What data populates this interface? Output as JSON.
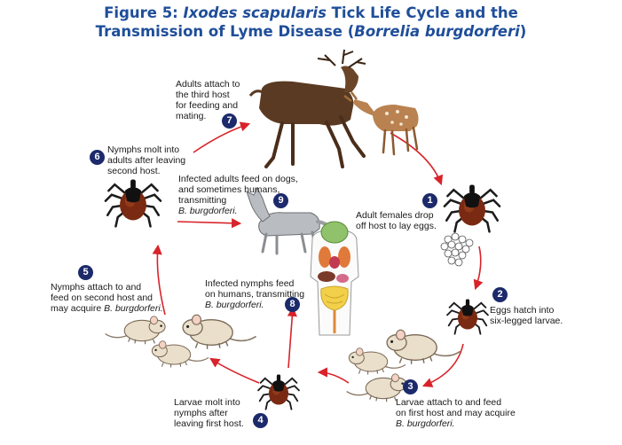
{
  "title": {
    "line1_prefix": "Figure 5: ",
    "line1_italic": "Ixodes scapularis",
    "line1_suffix": " Tick Life Cycle and the",
    "line2_prefix": "Transmission of Lyme Disease (",
    "line2_italic": "Borrelia burgdorferi",
    "line2_suffix": ")"
  },
  "steps": [
    {
      "num": "1",
      "lines": [
        "Adult females drop",
        "off host to lay eggs."
      ]
    },
    {
      "num": "2",
      "lines": [
        "Eggs hatch into",
        "six-legged larvae."
      ]
    },
    {
      "num": "3",
      "lines": [
        "Larvae attach to and feed",
        "on first host and may acquire"
      ],
      "italic": "B. burgdorferi."
    },
    {
      "num": "4",
      "lines": [
        "Larvae molt into",
        "nymphs after",
        "leaving first host."
      ]
    },
    {
      "num": "5",
      "lines": [
        "Nymphs attach to and",
        "feed on second host and",
        "may acquire "
      ],
      "italic": "B. burgdorferi."
    },
    {
      "num": "6",
      "lines": [
        "Nymphs molt into",
        "adults after leaving",
        "second host."
      ]
    },
    {
      "num": "7",
      "lines": [
        "Adults attach to",
        "the third host",
        "for feeding and",
        "mating."
      ]
    },
    {
      "num": "8",
      "lines": [
        "Infected nymphs feed",
        "on humans, transmitting"
      ],
      "italic": "B. burgdorferi."
    },
    {
      "num": "9",
      "lines": [
        "Infected adults feed on dogs,",
        "and sometimes humans,",
        "transmitting"
      ],
      "italic": "B. burgdorferi."
    }
  ],
  "colors": {
    "title": "#1f4e9a",
    "arrow": "#d8232a",
    "badge": "#1c2a6b",
    "tick_body": "#7a2a12",
    "tick_shield": "#111111"
  },
  "icons": [
    "deer-icon",
    "fawn-icon",
    "tick-icon",
    "egg-cluster-icon",
    "mouse-icon",
    "dog-icon",
    "human-anatomy-icon"
  ]
}
